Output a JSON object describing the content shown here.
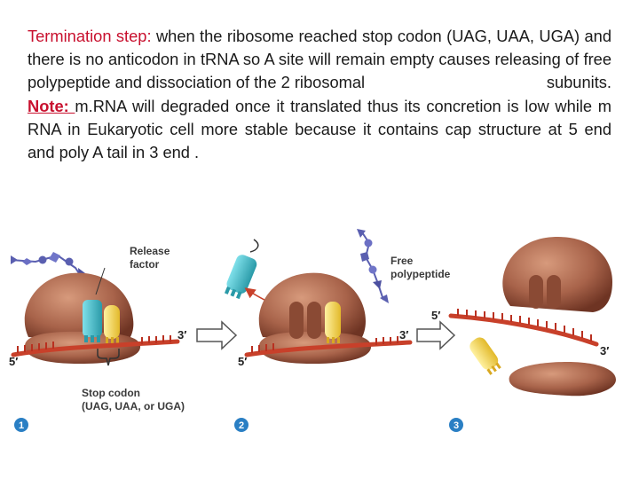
{
  "paragraph": {
    "heading": "Termination step:",
    "body1": " when the ribosome reached stop codon (UAG, UAA, UGA) and there is no anticodon in tRNA so A site  will remain empty causes releasing of free polypeptide and dissociation of the 2 ribosomal",
    "body1_end": "subunits.",
    "note_label": "Note: ",
    "body2": "m.RNA  will degraded once it translated thus its concretion is low while m RNA in Eukaryotic cell more stable because it contains cap structure at 5 end and poly A tail in 3 end ."
  },
  "diagram": {
    "release_factor": [
      "Release",
      "factor"
    ],
    "free_polypeptide": [
      "Free",
      "polypeptide"
    ],
    "stop_codon": [
      "Stop codon",
      "(UAG, UAA, or UGA)"
    ],
    "five_prime": "5′",
    "three_prime": "3′",
    "steps": [
      "1",
      "2",
      "3"
    ]
  },
  "colors": {
    "ribosome": "#a8634a",
    "mrna": "#c8402a",
    "polypeptide": "#5a5fb0",
    "release_factor": "#3fbcc8",
    "trna": "#f0cf40",
    "step_circle": "#2a7fc4",
    "heading_red": "#c8102e"
  }
}
